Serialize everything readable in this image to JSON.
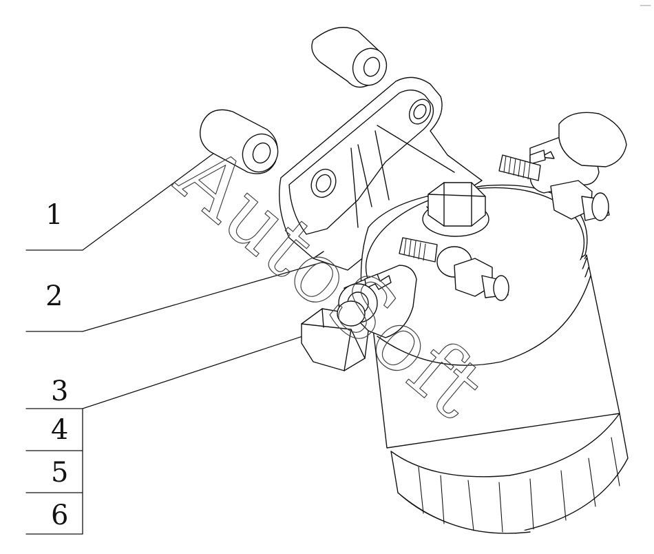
{
  "diagram": {
    "callouts": [
      {
        "number": "1"
      },
      {
        "number": "2"
      },
      {
        "number": "3"
      },
      {
        "number": "4"
      },
      {
        "number": "5"
      },
      {
        "number": "6"
      }
    ],
    "watermark": "AutoSoft"
  },
  "colors": {
    "line": "#111111",
    "background": "#ffffff",
    "watermark": "#444444"
  }
}
